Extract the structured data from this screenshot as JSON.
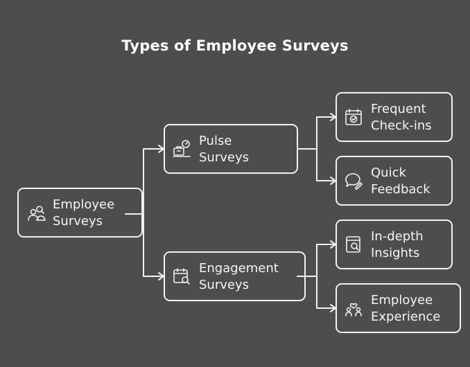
{
  "title": "Types of Employee Surveys",
  "nodes": {
    "root": {
      "line1": "Employee",
      "line2": "Surveys",
      "icon": "people-search-icon"
    },
    "pulse": {
      "line1": "Pulse",
      "line2": "Surveys",
      "icon": "scale-gauge-icon"
    },
    "engagement": {
      "line1": "Engagement",
      "line2": "Surveys",
      "icon": "calendar-search-icon"
    },
    "frequent": {
      "line1": "Frequent",
      "line2": "Check-ins",
      "icon": "calendar-check-icon"
    },
    "quick": {
      "line1": "Quick",
      "line2": "Feedback",
      "icon": "chat-pencil-icon"
    },
    "indepth": {
      "line1": "In-depth",
      "line2": "Insights",
      "icon": "document-search-icon"
    },
    "experience": {
      "line1": "Employee",
      "line2": "Experience",
      "icon": "people-heart-icon"
    }
  },
  "colors": {
    "background": "#4f4d4b",
    "stroke": "#f2f2f2",
    "text": "#ffffff"
  }
}
